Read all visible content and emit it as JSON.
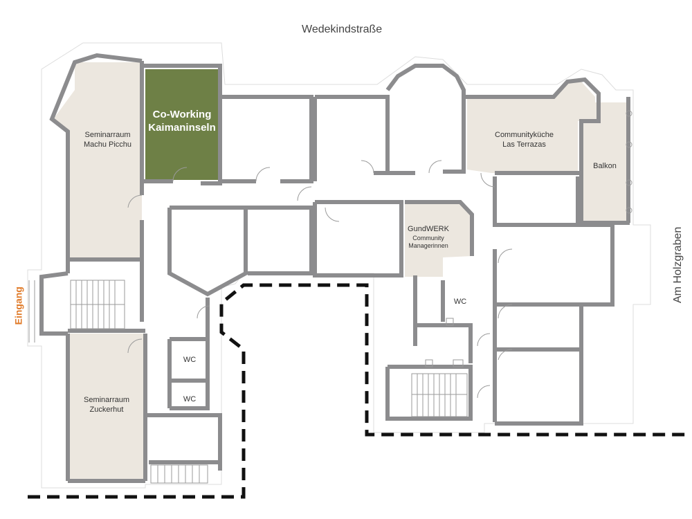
{
  "streets": {
    "top": "Wedekindstraße",
    "right": "Am Holzgraben"
  },
  "entrance": "Eingang",
  "rooms": {
    "machu_picchu": [
      "Seminarraum",
      "Machu Picchu"
    ],
    "coworking": [
      "Co-Working",
      "Kaimaninseln"
    ],
    "kueche": [
      "Communityküche",
      "Las Terrazas"
    ],
    "balkon": "Balkon",
    "gundwerk": [
      "GundWERK",
      "Community",
      "Managerinnen"
    ],
    "zuckerhut": [
      "Seminarraum",
      "Zuckerhut"
    ],
    "wc": "WC"
  },
  "colors": {
    "wall": "#8c8c8e",
    "room_fill": "#ece7df",
    "coworking_fill": "#6e8046",
    "entrance": "#e07b2a",
    "outline": "#dddddd",
    "boundary": "#111111"
  }
}
